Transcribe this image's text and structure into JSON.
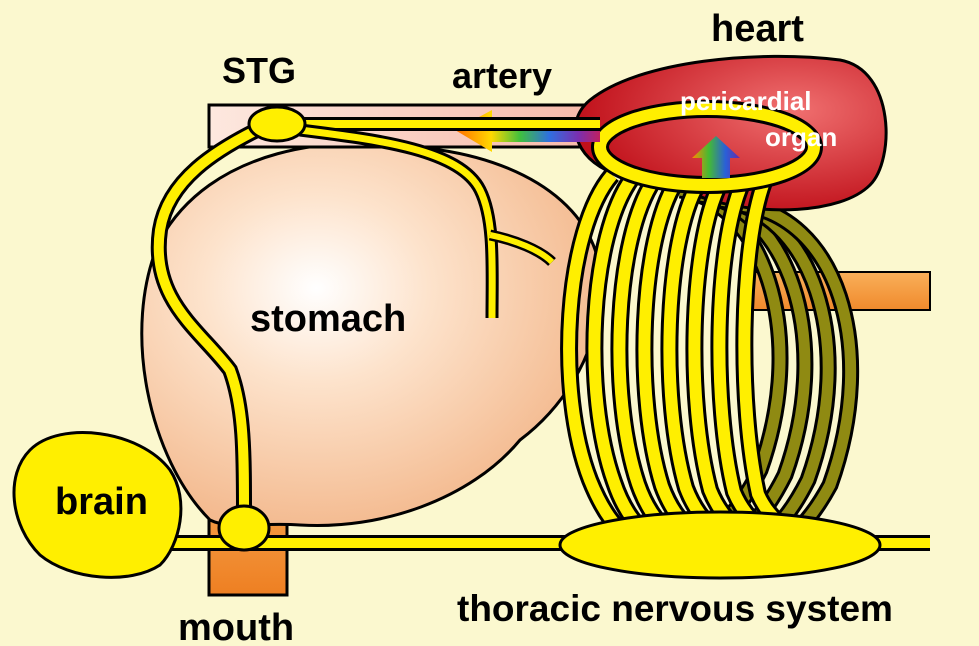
{
  "labels": {
    "heart": "heart",
    "stg": "STG",
    "artery": "artery",
    "pericardial_line1": "pericardial",
    "pericardial_line2": "organ",
    "stomach": "stomach",
    "brain": "brain",
    "mouth": "mouth",
    "thoracic": "thoracic nervous system"
  },
  "colors": {
    "background": "#fbf8cf",
    "nerve": "#ffef00",
    "nerve_back": "#8f8a12",
    "stomach": "#f8c8a0",
    "heart": "#d82020",
    "artery": "#f9b0a0",
    "mouth": "#f39a3c",
    "outline": "#000000"
  }
}
